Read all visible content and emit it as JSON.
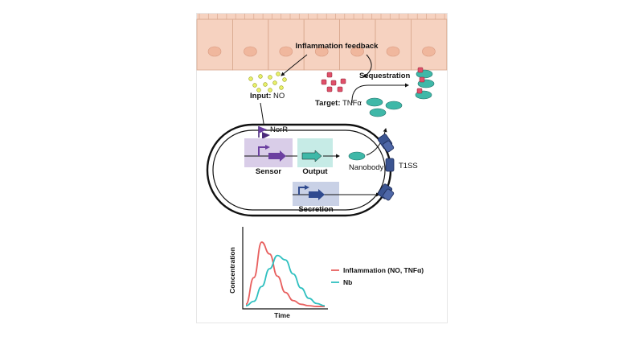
{
  "labels": {
    "inflammation_feedback": "Inflammation feedback",
    "input_bold": "Input:",
    "input_value": " NO",
    "target_bold": "Target:",
    "target_value": " TNFα",
    "sequestration": "Sequestration",
    "norr": "NorR",
    "sensor": "Sensor",
    "output": "Output",
    "nanobody": "Nanobody",
    "t1ss": "T1SS",
    "secretion": "Secretion"
  },
  "colors": {
    "epithelium": "#f6d2c0",
    "epithelium_edge": "#d9a88f",
    "nucleus": "#f0b79d",
    "no_dot": "#e8f06a",
    "tnf": "#e0506a",
    "nanobody": "#3fb8a8",
    "sensor_box": "#d9cde8",
    "sensor_arrow": "#6b3fa0",
    "output_box": "#c6ebe6",
    "secretion_box": "#c9d1e6",
    "secretion_arrow": "#2f4a8f",
    "transporter": "#3b5491",
    "line_inflammation": "#e8605f",
    "line_nb": "#2fc0c0"
  },
  "chart_data": {
    "type": "line",
    "xlabel": "Time",
    "ylabel": "Concentration",
    "x": [
      0,
      1,
      2,
      3,
      4,
      5,
      6,
      7,
      8,
      9,
      10
    ],
    "series": [
      {
        "name": "Inflammation (NO, TNFα)",
        "values": [
          0.04,
          0.4,
          0.88,
          0.72,
          0.42,
          0.2,
          0.09,
          0.04,
          0.02,
          0.01,
          0.01
        ]
      },
      {
        "name": "Nb",
        "values": [
          0.02,
          0.08,
          0.28,
          0.52,
          0.7,
          0.64,
          0.45,
          0.26,
          0.12,
          0.05,
          0.02
        ]
      }
    ],
    "ylim": [
      0,
      1
    ]
  }
}
